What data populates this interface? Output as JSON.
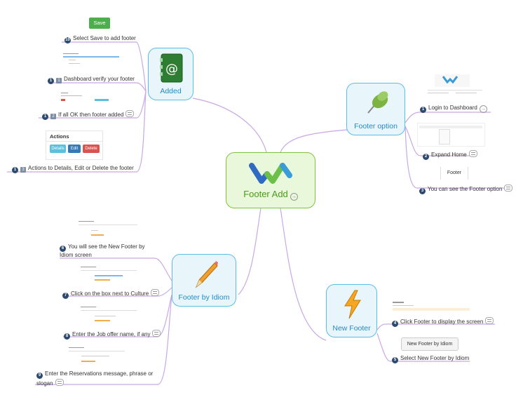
{
  "central": {
    "title": "Footer Add"
  },
  "branches": {
    "footer_option": {
      "title": "Footer option"
    },
    "added": {
      "title": "Added"
    },
    "footer_by_idiom": {
      "title": "Footer by Idiom"
    },
    "new_footer": {
      "title": "New Footer"
    }
  },
  "labels": {
    "login": "Login to Dashboard",
    "expand": "Expand Home",
    "see_footer": "You can see the Footer option",
    "click_footer": "Click Footer to display the screen",
    "select_new": "Select New Footer by Idiom",
    "select_save": "Select Save to add footer",
    "dash_verify": "Dashboard verify your footer",
    "if_ok": "If all OK then footer added",
    "actions_to": "Actions to Details, Edit or Delete the footer",
    "new_footer_screen": "You will see the New Footer by Idiom screen",
    "click_box": "Click on the box next to Culture",
    "enter_job": "Enter the Job offer name, if any",
    "enter_res": "Enter the Reservations message, phrase or slogan"
  },
  "numbers": {
    "n1": "1",
    "n2": "2",
    "n3": "3",
    "n4": "4",
    "n5": "5",
    "n6": "6",
    "n7": "7",
    "n8": "8",
    "n9": "9",
    "n10": "10",
    "s1": "1",
    "s2": "2",
    "s3": "3"
  },
  "buttons": {
    "save": "Save",
    "footer": "Footer",
    "new_footer_by_idiom": "New Footer by Idiom"
  },
  "actions_box": {
    "title": "Actions",
    "details": "Details",
    "edit": "Edit",
    "delete": "Delete"
  },
  "colors": {
    "branch_line": "#c9a7e6",
    "central_border": "#7fc243",
    "main_border": "#5bbde6",
    "save_green": "#4cae4c"
  },
  "icons": {
    "central": "logo-icon",
    "footer_option": "pushpin-icon",
    "added": "address-book-icon",
    "footer_by_idiom": "pencil-icon",
    "new_footer": "lightning-icon"
  }
}
